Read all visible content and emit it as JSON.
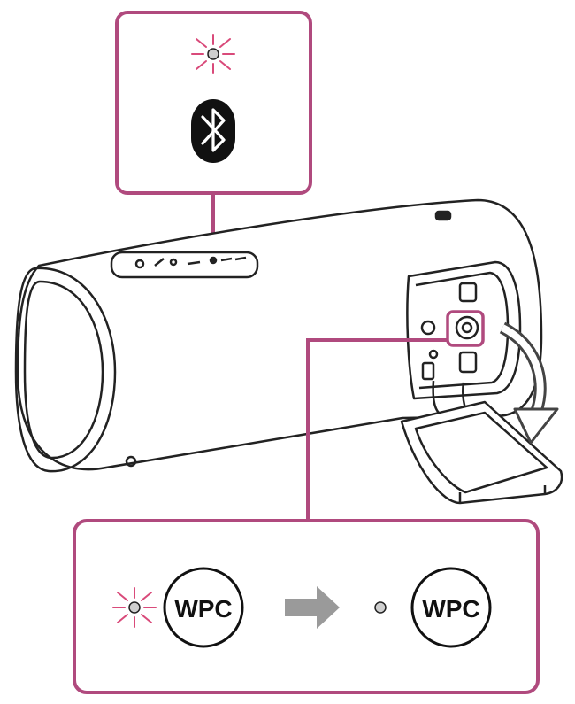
{
  "callout_top": {
    "indicator": "blinking-indicator",
    "icon": "bluetooth-icon"
  },
  "callout_bottom": {
    "before_label": "WPC",
    "after_label": "WPC",
    "transition": "arrow-right-icon"
  },
  "colors": {
    "callout_border": "#b04a7e",
    "blink_rays": "#d94a7a",
    "arrow": "#9a9a9a",
    "outline": "#222222",
    "indicator_fill": "#cfcfcf"
  }
}
